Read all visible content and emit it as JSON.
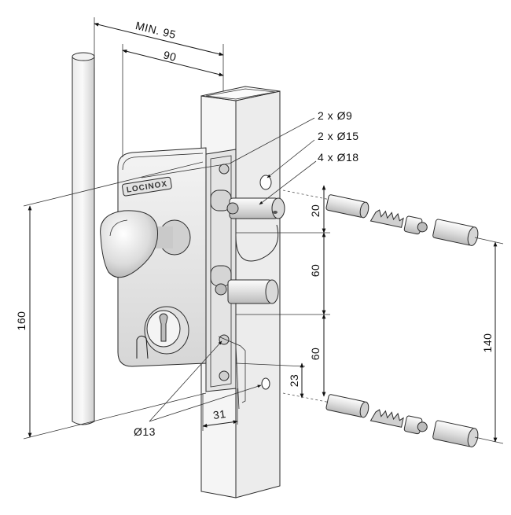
{
  "brand": {
    "logo_text": "LOCINOX"
  },
  "dimensions": {
    "min_width": "MIN. 95",
    "width": "90",
    "hole_9": "2 x Ø9",
    "hole_15": "2 x Ø15",
    "hole_18": "4 x Ø18",
    "spacing_top": "20",
    "spacing_middle": "60",
    "spacing_lower": "60",
    "height_160": "160",
    "span_140": "140",
    "offset_23": "23",
    "post_31": "31",
    "hole_13": "Ø13"
  }
}
